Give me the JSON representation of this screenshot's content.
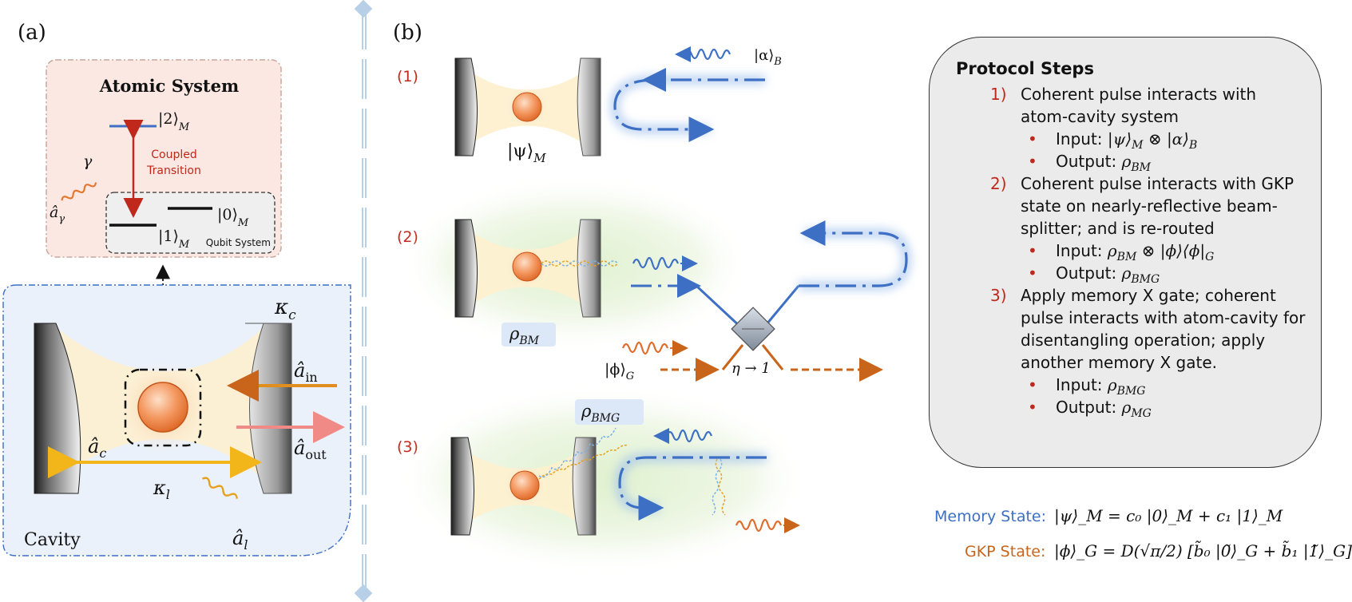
{
  "panels": {
    "a_label": "(a)",
    "b_label": "(b)"
  },
  "atomic": {
    "title": "Atomic System",
    "level2": "|2⟩",
    "level2_sub": "M",
    "level1": "|1⟩",
    "level1_sub": "M",
    "level0": "|0⟩",
    "level0_sub": "M",
    "coupled_line1": "Coupled",
    "coupled_line2": "Transition",
    "qubit_system": "Qubit System",
    "gamma": "γ",
    "a_gamma": "â",
    "a_gamma_sub": "γ"
  },
  "cavity": {
    "label": "Cavity",
    "kappa_c": "κ",
    "kappa_c_sub": "c",
    "kappa_l": "κ",
    "kappa_l_sub": "l",
    "a_in": "â",
    "a_in_sub": "in",
    "a_out": "â",
    "a_out_sub": "out",
    "a_c": "â",
    "a_c_sub": "c",
    "a_l": "â",
    "a_l_sub": "l"
  },
  "steps_diagram": {
    "s1": "(1)",
    "s2": "(2)",
    "s3": "(3)",
    "psi_M": "|ψ⟩",
    "psi_M_sub": "M",
    "alpha_B": "|α⟩",
    "alpha_B_sub": "B",
    "rho_BM": "ρ",
    "rho_BM_sub": "BM",
    "phi_G": "|ϕ⟩",
    "phi_G_sub": "G",
    "eta": "η → 1",
    "rho_BMG": "ρ",
    "rho_BMG_sub": "BMG"
  },
  "protocol": {
    "title": "Protocol Steps",
    "steps": [
      {
        "num": "1)",
        "lines": [
          "Coherent pulse interacts with",
          "atom-cavity system"
        ],
        "input_label": "Input:",
        "input_math": "|ψ⟩ ⊗ |α⟩",
        "output_label": "Output:",
        "output_math": "ρ"
      },
      {
        "num": "2)",
        "lines": [
          "Coherent pulse interacts with GKP",
          "state on nearly-reflective beam-",
          "splitter; and is re-routed"
        ],
        "input_label": "Input:",
        "input_math": "ρ ⊗ |ϕ⟩⟨ϕ|",
        "output_label": "Output:",
        "output_math": "ρ"
      },
      {
        "num": "3)",
        "lines": [
          "Apply memory X gate; coherent",
          "pulse interacts with atom-cavity for",
          "disentangling operation; apply",
          "another memory X gate."
        ],
        "input_label": "Input:",
        "input_math": "ρ",
        "output_label": "Output:",
        "output_math": "ρ"
      }
    ],
    "bullet": "•"
  },
  "equations": {
    "memory_label": "Memory State:",
    "memory_eq": "|ψ⟩_M = c₀ |0⟩_M + c₁ |1⟩_M",
    "gkp_label": "GKP State:",
    "gkp_eq": "|ϕ⟩_G = D(√π/2) [b̃₀ |0̃⟩_G + b̃₁ |1̃⟩_G]"
  },
  "colors": {
    "blue": "#3d6fc4",
    "orange": "#c8651b",
    "red": "#c0281b",
    "yellow": "#f2b61b",
    "pink": "#f08a86",
    "panel_bg": "#ebebeb",
    "atomic_bg": "#fbe8e2",
    "cavity_bg": "#eaf1fb"
  }
}
